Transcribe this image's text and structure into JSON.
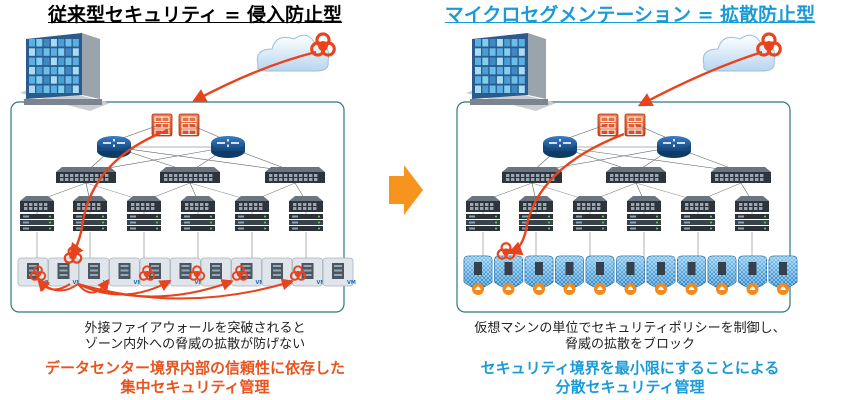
{
  "left": {
    "title": "従来型セキュリティ = 侵入防止型",
    "caption": [
      "外接ファイアウォールを突破されると",
      "ゾーン内外への脅威の拡散が防げない"
    ],
    "headline": [
      "データセンター境界内部の信頼性に依存した",
      "集中セキュリティ管理"
    ]
  },
  "right": {
    "title": "マイクロセグメンテーション = 拡散防止型",
    "caption": [
      "仮想マシンの単位でセキュリティポリシーを制御し、",
      "脅威の拡散をブロック"
    ],
    "headline": [
      "セキュリティ境界を最小限にすることによる",
      "分散セキュリティ管理"
    ]
  },
  "vm_label": "VM",
  "icons": {
    "building": "datacenter-building-icon",
    "cloud": "internet-cloud-icon",
    "threat": "biohazard-icon",
    "firewall": "firewall-icon",
    "router": "router-icon",
    "switch": "switch-icon",
    "server": "server-icon",
    "arrow": "transition-arrow-icon"
  },
  "colors": {
    "left_title": "#000000",
    "right_title": "#1a9bd7",
    "left_headline": "#e8541e",
    "right_headline": "#1a9bd7",
    "threat": "#e8431c",
    "arrow": "#f7941d",
    "zone_border": "#2a7a7a"
  }
}
